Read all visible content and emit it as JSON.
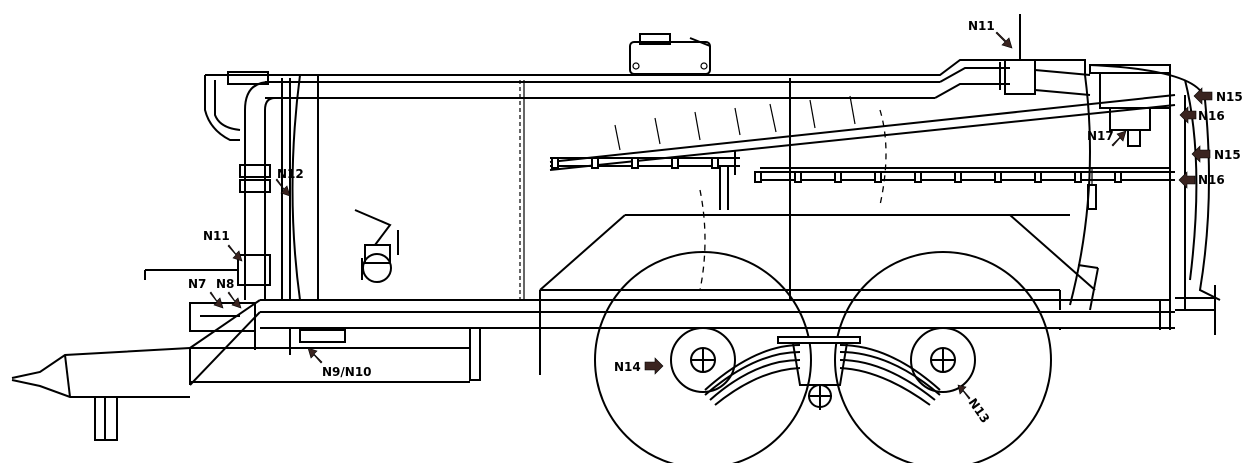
{
  "labels": {
    "n11_left": "N11",
    "n11_top": "N11",
    "n12": "N12",
    "n7": "N7",
    "n8": "N8",
    "n9_n10": "N9/N10",
    "n13": "N13",
    "n14": "N14",
    "n15_top": "N15",
    "n15_lower": "N15",
    "n16_top": "N16",
    "n16_lower": "N16",
    "n17": "N17"
  },
  "colors": {
    "line": "#000000",
    "arrow": "#3a2420",
    "background": "#ffffff"
  }
}
